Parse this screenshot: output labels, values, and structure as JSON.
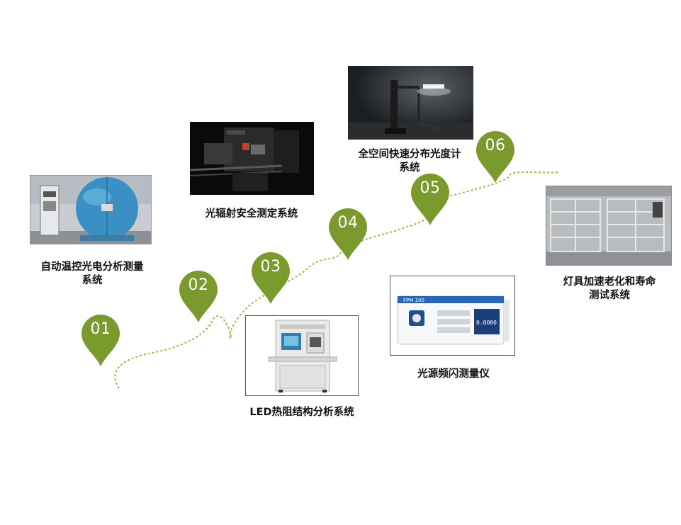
{
  "colors": {
    "pin": "#7a9a2e",
    "path": "#9bb84a",
    "caption": "#111111"
  },
  "steps": [
    {
      "num": "01",
      "caption_lines": [
        "自动温控光电分析测量",
        "系统"
      ],
      "image": "integrating-sphere-photo"
    },
    {
      "num": "02",
      "caption_lines": [
        "LED热阻结构分析系统"
      ],
      "image": "thermal-resistance-cabinet-photo"
    },
    {
      "num": "03",
      "caption_lines": [
        "光辐射安全测定系统"
      ],
      "image": "radiation-safety-system-photo"
    },
    {
      "num": "04",
      "caption_lines": [
        "光源频闪测量仪"
      ],
      "image": "flicker-meter-photo"
    },
    {
      "num": "05",
      "caption_lines": [
        "全空间快速分布光度计",
        "系统"
      ],
      "image": "goniophotometer-photo"
    },
    {
      "num": "06",
      "caption_lines": [
        "灯具加速老化和寿命",
        "测试系统"
      ],
      "image": "aging-rack-photo"
    }
  ],
  "devices": {
    "flicker_meter": {
      "model": "FPM 100",
      "reading": "0.0000"
    }
  }
}
